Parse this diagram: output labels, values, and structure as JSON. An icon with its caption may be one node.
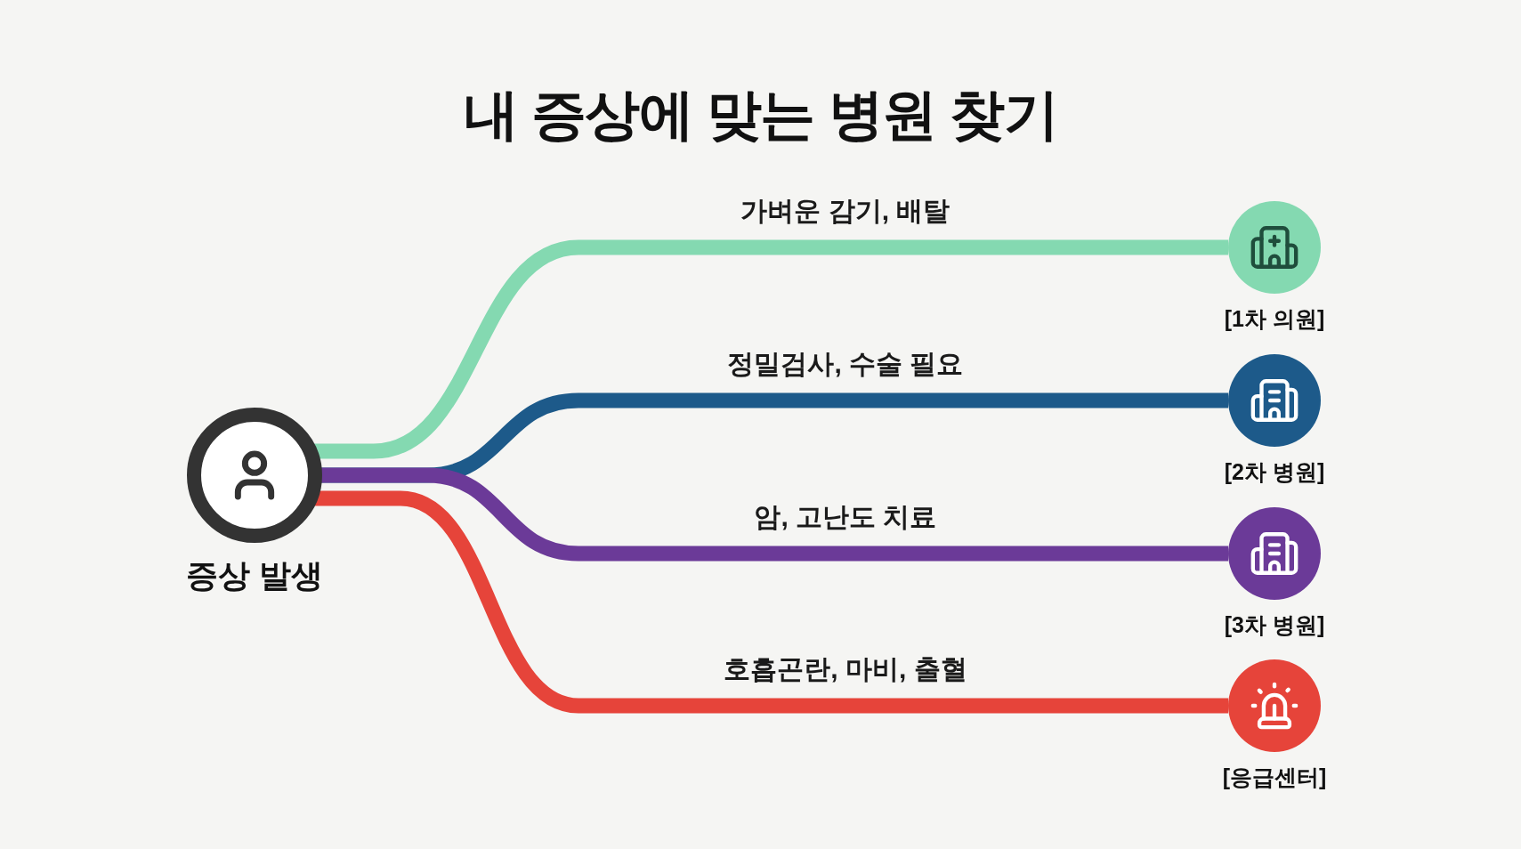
{
  "diagram": {
    "title": "내 증상에 맞는 병원 찾기",
    "nodes": [
      {
        "text": [
          "증상 발생"
        ]
      },
      {
        "text": [
          "[1차 의원]"
        ]
      },
      {
        "text": [
          "[2차 병원]"
        ]
      },
      {
        "text": [
          "[3차 병원]"
        ]
      },
      {
        "text": [
          "[응급센터]"
        ]
      }
    ],
    "edges": [
      {
        "from": 0,
        "to": 1,
        "arrow": "none",
        "label": "가벼운 감기, 배탈",
        "color": "#84d9b1"
      },
      {
        "from": 0,
        "to": 2,
        "arrow": "none",
        "label": "정밀검사, 수술 필요",
        "color": "#1d5a8a"
      },
      {
        "from": 0,
        "to": 3,
        "arrow": "none",
        "label": "암, 고난도 치료",
        "color": "#6b3a98"
      },
      {
        "from": 0,
        "to": 4,
        "arrow": "none",
        "label": "호흡곤란, 마비, 출혈",
        "color": "#e6443a"
      }
    ]
  }
}
